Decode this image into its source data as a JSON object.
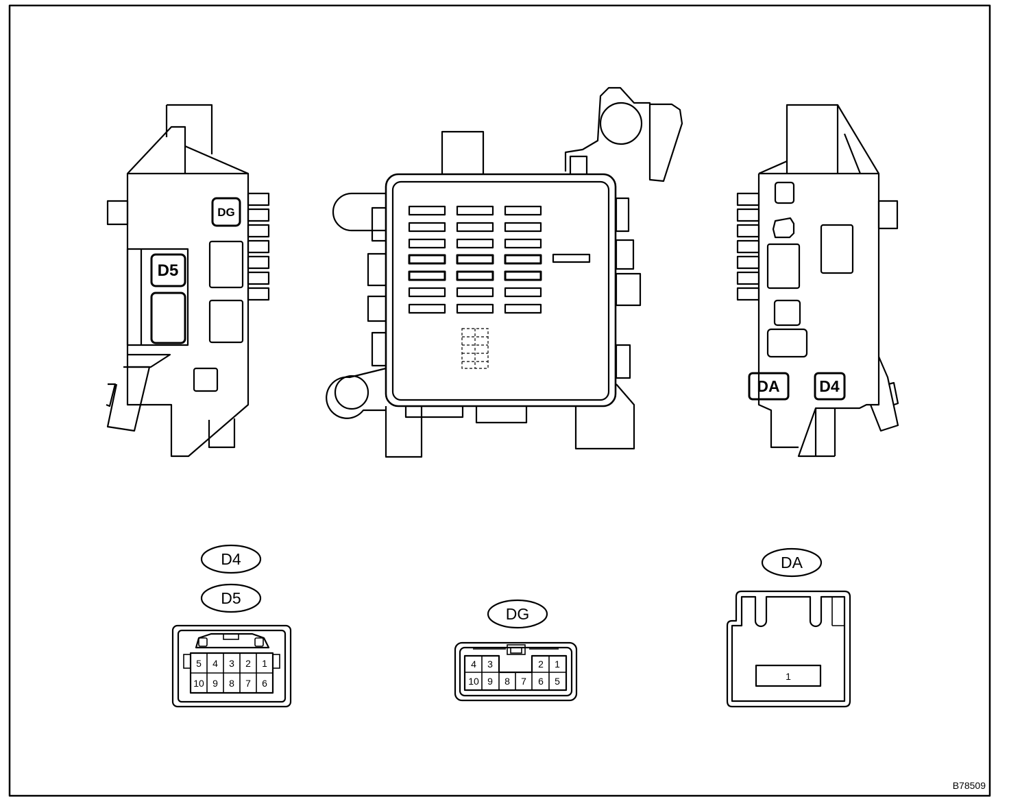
{
  "diagram": {
    "figure_code": "B78509",
    "left_view_tags": {
      "top": "DG",
      "middle": "D5"
    },
    "right_view_tags": {
      "left": "DA",
      "right": "D4"
    },
    "connectors": [
      {
        "labels": [
          "D4",
          "D5"
        ],
        "pins_row1": [
          "5",
          "4",
          "3",
          "2",
          "1"
        ],
        "pins_row2": [
          "10",
          "9",
          "8",
          "7",
          "6"
        ]
      },
      {
        "labels": [
          "DG"
        ],
        "pins_row1": [
          "4",
          "3",
          "",
          "",
          "2",
          "1"
        ],
        "pins_row2": [
          "10",
          "9",
          "8",
          "7",
          "6",
          "5"
        ]
      },
      {
        "labels": [
          "DA"
        ],
        "pins_row1": [
          "1"
        ]
      }
    ]
  }
}
